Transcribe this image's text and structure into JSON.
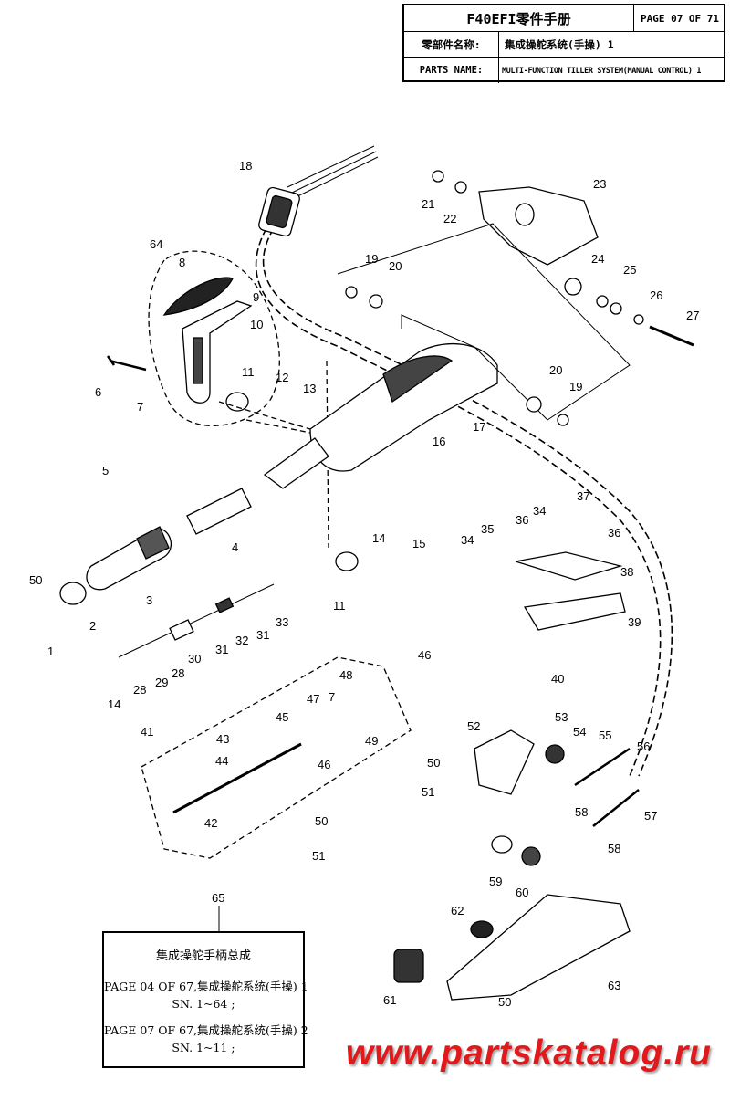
{
  "header": {
    "title": "F40EFI零件手册",
    "page": "PAGE 07 OF 71",
    "name_label_cn": "零部件名称:",
    "name_value_cn": "集成操舵系统(手操) 1",
    "name_label_en": "PARTS NAME:",
    "name_value_en": "MULTI-FUNCTION TILLER SYSTEM(MANUAL CONTROL) 1"
  },
  "callouts": [
    "1",
    "2",
    "3",
    "4",
    "5",
    "6",
    "7",
    "8",
    "9",
    "10",
    "11",
    "11",
    "12",
    "13",
    "14",
    "14",
    "15",
    "16",
    "17",
    "18",
    "19",
    "19",
    "20",
    "20",
    "21",
    "22",
    "23",
    "24",
    "25",
    "26",
    "27",
    "28",
    "28",
    "29",
    "30",
    "31",
    "31",
    "32",
    "33",
    "34",
    "34",
    "35",
    "36",
    "36",
    "37",
    "38",
    "39",
    "40",
    "41",
    "42",
    "43",
    "44",
    "45",
    "46",
    "46",
    "47",
    "7",
    "48",
    "49",
    "50",
    "50",
    "50",
    "50",
    "51",
    "51",
    "52",
    "53",
    "54",
    "55",
    "56",
    "57",
    "58",
    "58",
    "59",
    "60",
    "61",
    "62",
    "63",
    "64",
    "65"
  ],
  "summary": {
    "title": "集成操舵手柄总成",
    "line1": "PAGE 04 OF 67,集成操舵系统(手操) 1",
    "line2": "SN. 1~64 ;",
    "line3": "PAGE 07 OF 67,集成操舵系统(手操) 2",
    "line4": "SN. 1~11 ;"
  },
  "watermark": "www.partskatalog.ru"
}
